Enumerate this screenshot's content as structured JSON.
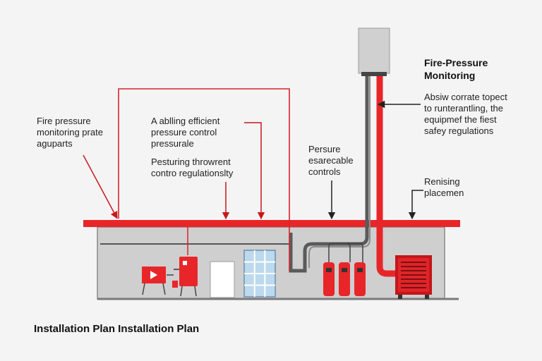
{
  "title": {
    "line1": "Fire-Pressure",
    "line2": "Monitoring"
  },
  "annotations": {
    "top_right": [
      "Absiw corrate topect",
      "to runterantling, the",
      "equipmef the fiest",
      "safey regulations"
    ],
    "left": [
      "Fire pressure",
      "monitoring prate",
      "aguparts"
    ],
    "center_top": [
      "A ablling efficient",
      "pressure control",
      "pressurale"
    ],
    "center_mid": [
      "Pesturing throwrent",
      "contro regulationslty"
    ],
    "controls": [
      "Persure",
      "esarecable",
      "controls"
    ],
    "right": [
      "Renising",
      "placemen"
    ]
  },
  "caption": "Installation Plan Installation Plan",
  "colors": {
    "accent_red": "#e8262a",
    "pipe_gray": "#5a5a5a",
    "wall_gray": "#cfcfcf",
    "window_blue": "#bcd9ee"
  },
  "icons": {
    "alarm_panel": "fire-alarm-panel-icon",
    "pump": "fire-pump-icon",
    "cylinders": "gas-cylinder-icon",
    "heater": "heat-exchanger-icon"
  }
}
